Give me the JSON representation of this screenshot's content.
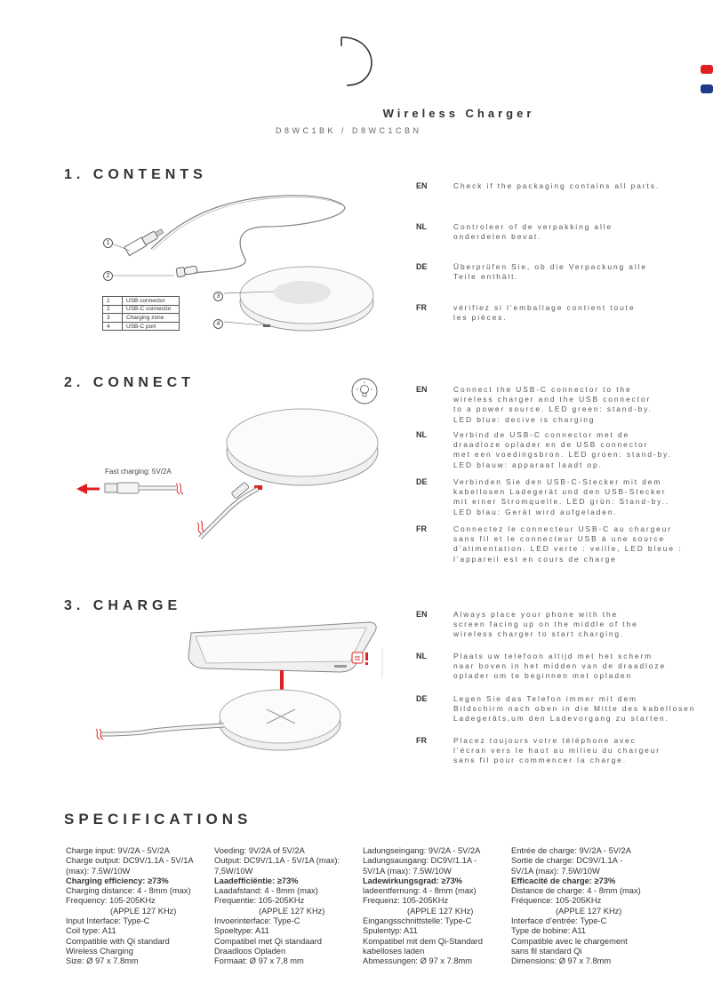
{
  "header": {
    "title": "Wireless Charger",
    "model": "D8WC1BK / D8WC1CBN"
  },
  "contents": {
    "heading": "1. CONTENTS",
    "parts": [
      {
        "num": "1",
        "name": "USB connector"
      },
      {
        "num": "2",
        "name": "USB-C connector"
      },
      {
        "num": "3",
        "name": "Charging zone"
      },
      {
        "num": "4",
        "name": "USB-C port"
      }
    ],
    "callouts": [
      "1",
      "2",
      "3",
      "4"
    ],
    "texts": [
      {
        "code": "EN",
        "text": "Check if the packaging contains all parts."
      },
      {
        "code": "NL",
        "text": "Controleer of de verpakking alle\nonderdelen bevat."
      },
      {
        "code": "DE",
        "text": "Überprüfen Sie, ob die Verpackung alle\nTeile enthält."
      },
      {
        "code": "FR",
        "text": "vérifiez si l’emballage contient toute\nles pièces."
      }
    ]
  },
  "connect": {
    "heading": "2. CONNECT",
    "fast_charging": "Fast charging: 5V/2A",
    "texts": [
      {
        "code": "EN",
        "text": "Connect the USB-C connector to the\nwireless charger and the USB connector\nto a power source. LED green: stand-by.\nLED blue: decive is charging"
      },
      {
        "code": "NL",
        "text": "Verbind de USB-C connector met de\ndraadloze oplader en de USB connector\nmet een voedingsbron. LED groen: stand-by.\nLED blauw: apparaat laadt op."
      },
      {
        "code": "DE",
        "text": "Verbinden Sie den USB-C-Stecker mit dem\nkabellosen Ladegerät und den USB-Stecker\nmit einer Stromquelle. LED grün: Stand-by..\nLED blau: Gerät wird aufgeladen."
      },
      {
        "code": "FR",
        "text": "Connectez le connecteur USB-C au chargeur\nsans fil et le connecteur USB à une source\nd’alimentation. LED verte : veille, LED bleue :\nl’appareil est en cours de charge"
      }
    ]
  },
  "charge": {
    "heading": "3. CHARGE",
    "texts": [
      {
        "code": "EN",
        "text": "Always place your phone with the\nscreen facing up on the middle of the\nwireless charger to start charging."
      },
      {
        "code": "NL",
        "text": "Plaats uw telefoon altijd met het scherm\nnaar boven in het midden van de draadloze\noplader om te beginnen met opladen"
      },
      {
        "code": "DE",
        "text": "Legen Sie das Telefon immer mit dem\nBildschirm nach oben in die Mitte des kabellosen\nLadegeräts,um den Ladevorgang zu starten."
      },
      {
        "code": "FR",
        "text": "Placez toujours votre téléphone avec\nl’écran vers le haut au milieu du chargeur\nsans fil pour commencer la charge."
      }
    ]
  },
  "specifications": {
    "heading": "SPECIFICATIONS",
    "en": {
      "l1": "Charge input: 9V/2A - 5V/2A",
      "l2": "Charge output: DC9V/1.1A - 5V/1A\n(max): 7.5W/10W",
      "l3": "Charging efficiency: ≥73%",
      "l4": "Charging distance: 4 - 8mm (max)",
      "l5": "Frequency: 105-205KHz",
      "l6": "(APPLE 127 KHz)",
      "l7": "Input Interface: Type-C",
      "l8": "Coil type: A11",
      "l9": "Compatible with Qi standard\nWireless Charging",
      "l10": "Size: Ø 97 x 7.8mm"
    },
    "nl": {
      "l1": "Voeding: 9V/2A of 5V/2A",
      "l2": "Output: DC9V/1,1A - 5V/1A (max):\n7,5W/10W",
      "l3": "Laadefficiëntie: ≥73%",
      "l4": "Laadafstand: 4 - 8mm (max)",
      "l5": "Frequentie: 105-205KHz",
      "l6": "(APPLE 127 KHz)",
      "l7": "Invoerinterface: Type-C",
      "l8": "Spoeltype: A11",
      "l9": "Compatibel met Qi standaard\nDraadloos Opladen",
      "l10": "Formaat: Ø 97 x 7,8 mm"
    },
    "de": {
      "l1": "Ladungseingang: 9V/2A - 5V/2A",
      "l2": "Ladungsausgang: DC9V/1.1A -\n5V/1A (max): 7.5W/10W",
      "l3": "Ladewirkungsgrad: ≥73%",
      "l4": "ladeentfernung: 4 - 8mm (max)",
      "l5": "Frequenz: 105-205KHz",
      "l6": "(APPLE 127 KHz)",
      "l7": "Eingangsschnittstelle: Type-C",
      "l8": "Spulentyp: A11",
      "l9": "Kompatibel mit dem Qi-Standard\nkabelloses laden",
      "l10": "Abmessungen: Ø 97 x 7.8mm"
    },
    "fr": {
      "l1": "Entrée de charge: 9V/2A - 5V/2A",
      "l2": "Sortie de charge: DC9V/1.1A -\n5V/1A  (max): 7.5W/10W",
      "l3": "Efficacité de charge: ≥73%",
      "l4": "Distance de charge: 4 - 8mm (max)",
      "l5": "Fréquence: 105-205KHz",
      "l6": "(APPLE 127 KHz)",
      "l7": "Interface d’entrée: Type-C",
      "l8": "Type de bobine: A11",
      "l9": "Compatible avec le chargement\nsans fil standard Qi",
      "l10": "Dimensions: Ø 97 x 7.8mm"
    }
  },
  "colors": {
    "accent_red": "#e02020",
    "flag_blue": "#1f3a8a",
    "text": "#333333"
  }
}
